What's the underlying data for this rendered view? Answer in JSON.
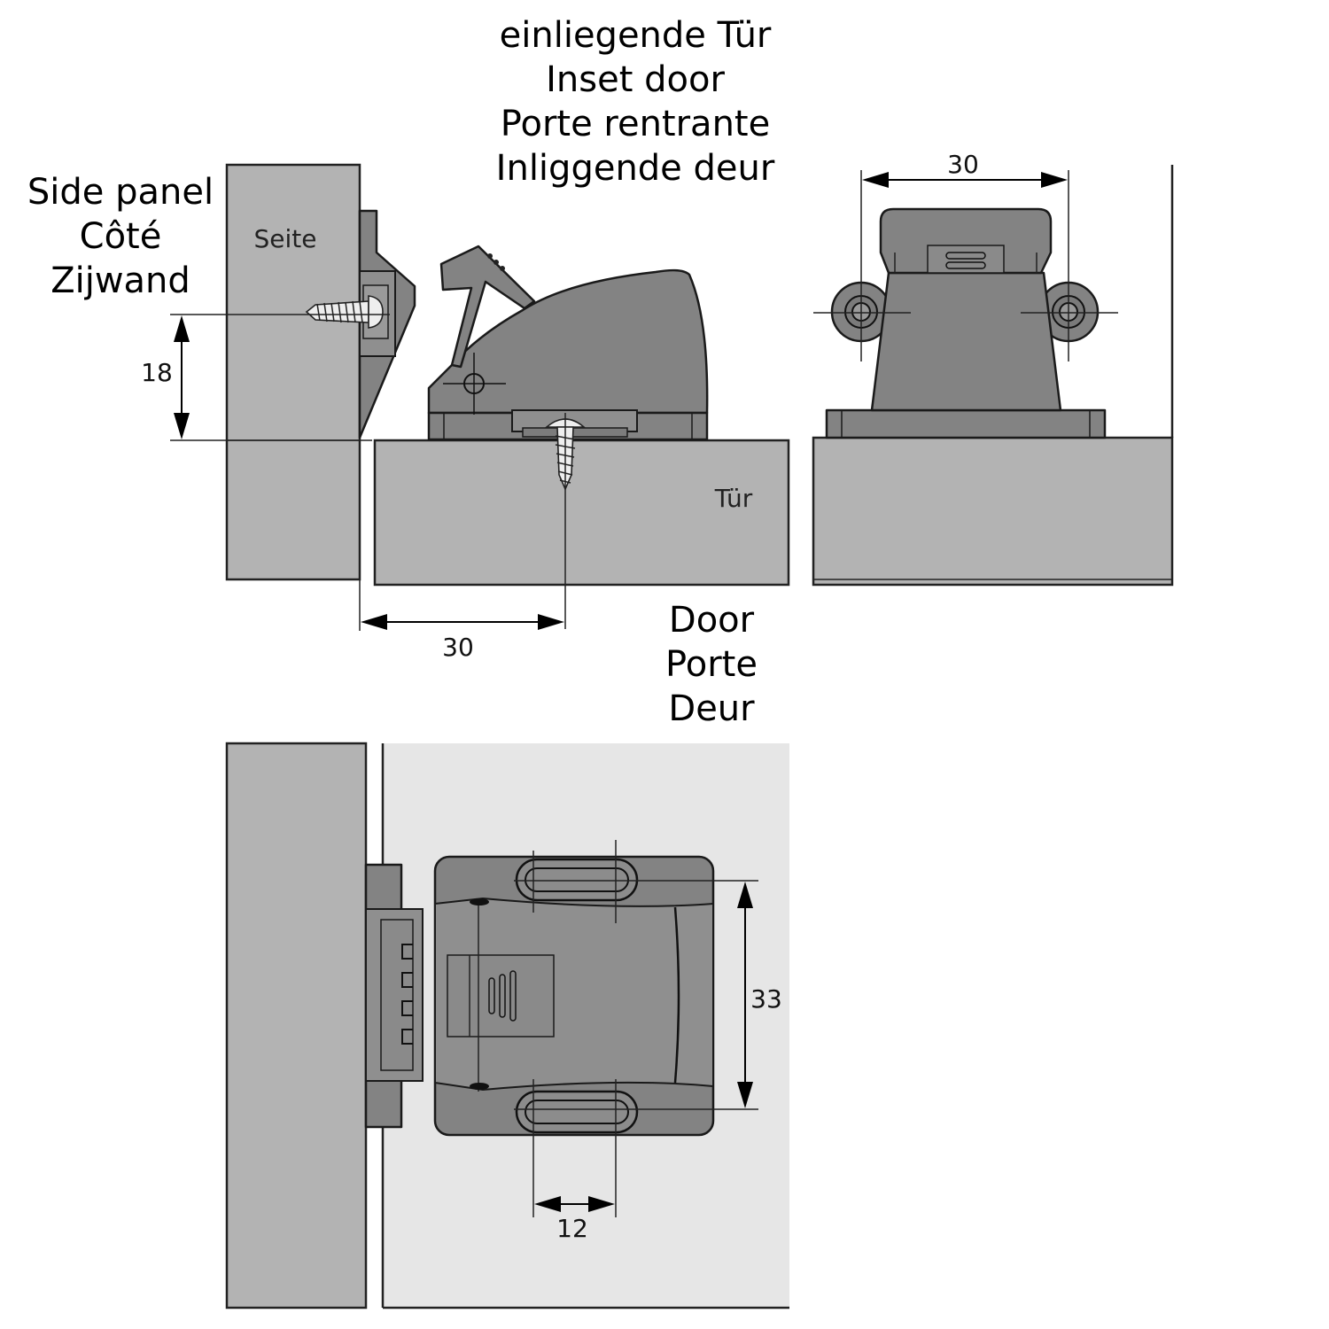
{
  "title_lines": [
    "einliegende Tür",
    "Inset door",
    "Porte rentrante",
    "Inliggende deur"
  ],
  "side_panel_lines": [
    "Side panel",
    "Côté",
    "Zijwand"
  ],
  "door_lines": [
    "Door",
    "Porte",
    "Deur"
  ],
  "tags": {
    "seite": "Seite",
    "tuer": "Tür"
  },
  "dimensions": {
    "screw_height": "18",
    "door_offset": "30",
    "front_width": "30",
    "height_33": "33",
    "slot_spacing": "12"
  }
}
